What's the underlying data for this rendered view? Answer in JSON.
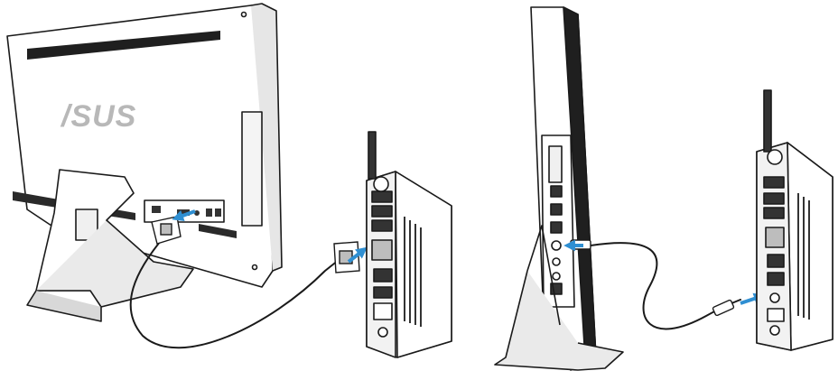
{
  "brand": {
    "logo_text": "/SUS"
  },
  "colors": {
    "line": "#1a1a1a",
    "arrow": "#2f8fd2",
    "shade_light": "#e6e6e6",
    "shade_mid": "#bdbdbd",
    "shade_dark": "#222222"
  },
  "left_scene": {
    "device_a": "all-in-one-pc-rear",
    "device_b": "mini-pc-side",
    "connection": "vga-cable"
  },
  "right_scene": {
    "device_a": "all-in-one-pc-side",
    "device_b": "mini-pc-side",
    "connection": "audio-cable"
  },
  "icons": [
    "vga-connector-icon",
    "audio-plug-icon",
    "blue-arrow-icon",
    "antenna-icon"
  ]
}
